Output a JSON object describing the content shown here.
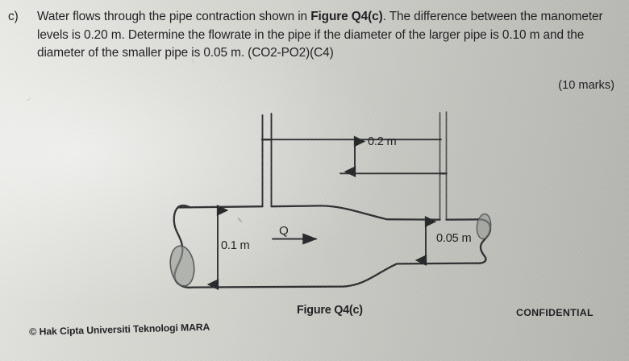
{
  "question": {
    "label": "c)",
    "text_part1": "Water flows through the pipe contraction shown in ",
    "figure_ref": "Figure Q4(c)",
    "text_part2": ". The difference between the manometer levels is 0.20 m. Determine the flowrate in the pipe if the diameter of the larger pipe is 0.10 m and the diameter of the smaller pipe is 0.05 m. (CO2-PO2)(C4)",
    "marks": "(10 marks)"
  },
  "figure": {
    "caption": "Figure Q4(c)",
    "labels": {
      "manometer_difference": "0.2 m",
      "large_diameter": "0.1 m",
      "small_diameter": "0.05 m",
      "flow": "Q"
    }
  },
  "footer": {
    "confidential": "CONFIDENTIAL",
    "copyright_symbol": "©",
    "copyright": "Hak Cipta Universiti Teknologi MARA"
  },
  "colors": {
    "ink": "#1b1c1e",
    "line": "#2b2d2f",
    "paper_light": "#e9e9e5",
    "paper_dark": "#c2c3bd",
    "shade_fill": "#9a9c98"
  }
}
